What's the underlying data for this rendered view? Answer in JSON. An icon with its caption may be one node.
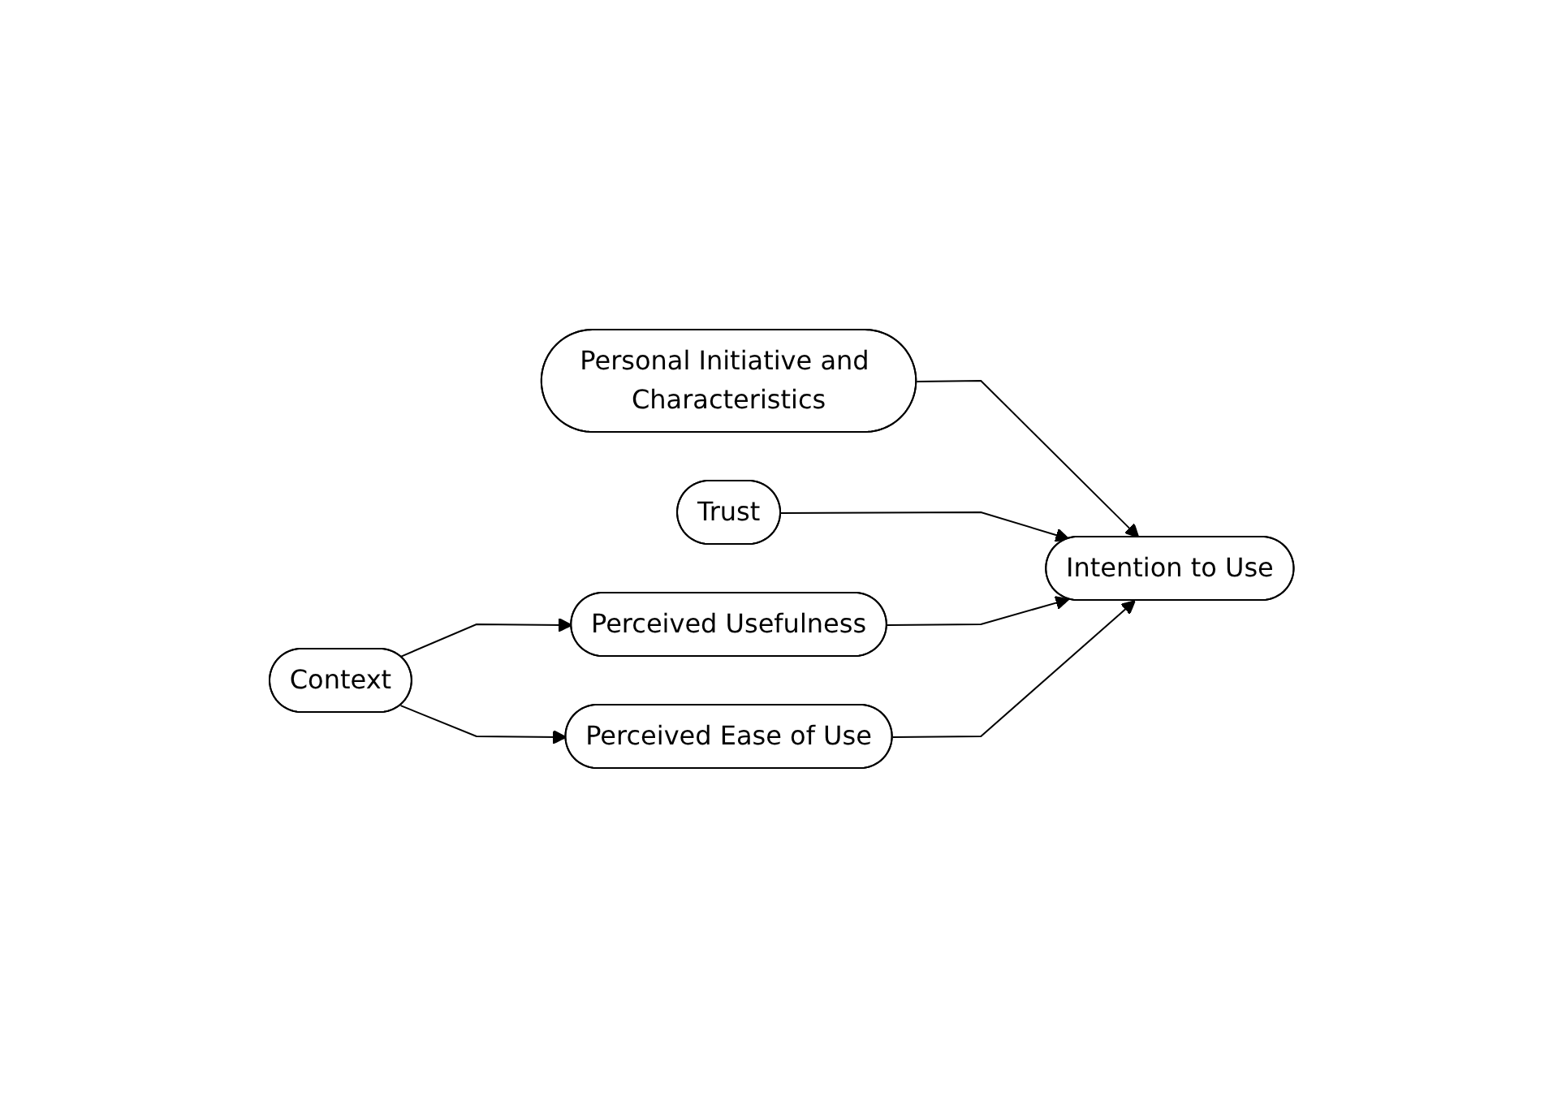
{
  "diagram": {
    "nodes": [
      {
        "text": [
          "Personal Initiative and Characteristics"
        ]
      },
      {
        "text": [
          "Trust"
        ]
      },
      {
        "text": [
          "Intention to Use"
        ]
      },
      {
        "text": [
          "Perceived Usefulness"
        ]
      },
      {
        "text": [
          "Context"
        ]
      },
      {
        "text": [
          "Perceived Ease of Use"
        ]
      }
    ],
    "edges": [
      {
        "from": 0,
        "to": 2,
        "arrow": "to"
      },
      {
        "from": 1,
        "to": 2,
        "arrow": "to"
      },
      {
        "from": 3,
        "to": 2,
        "arrow": "to"
      },
      {
        "from": 5,
        "to": 2,
        "arrow": "to"
      },
      {
        "from": 4,
        "to": 3,
        "arrow": "to"
      },
      {
        "from": 4,
        "to": 5,
        "arrow": "to"
      }
    ]
  }
}
